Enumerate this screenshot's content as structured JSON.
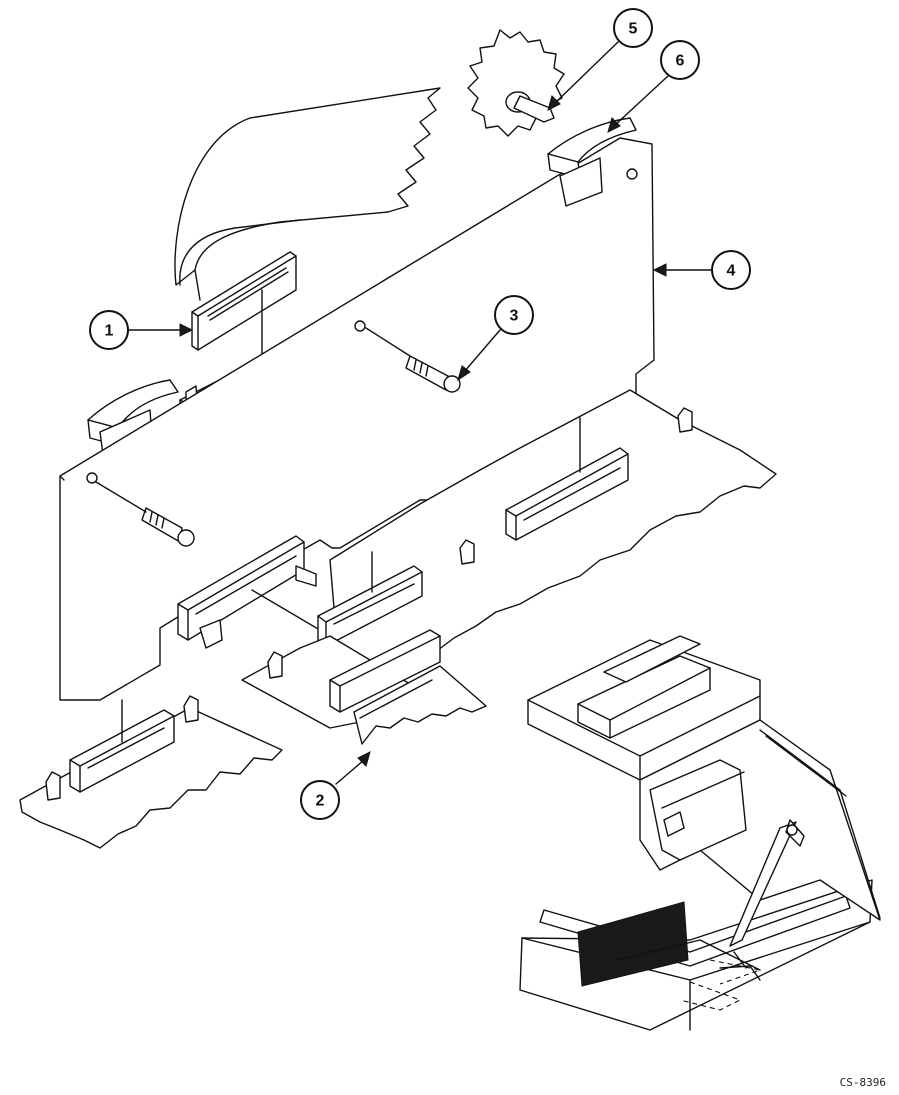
{
  "figure": {
    "callouts": [
      {
        "id": "1",
        "label": "1"
      },
      {
        "id": "2",
        "label": "2"
      },
      {
        "id": "3",
        "label": "3"
      },
      {
        "id": "4",
        "label": "4"
      },
      {
        "id": "5",
        "label": "5"
      },
      {
        "id": "6",
        "label": "6"
      }
    ],
    "code": "CS-8396"
  }
}
